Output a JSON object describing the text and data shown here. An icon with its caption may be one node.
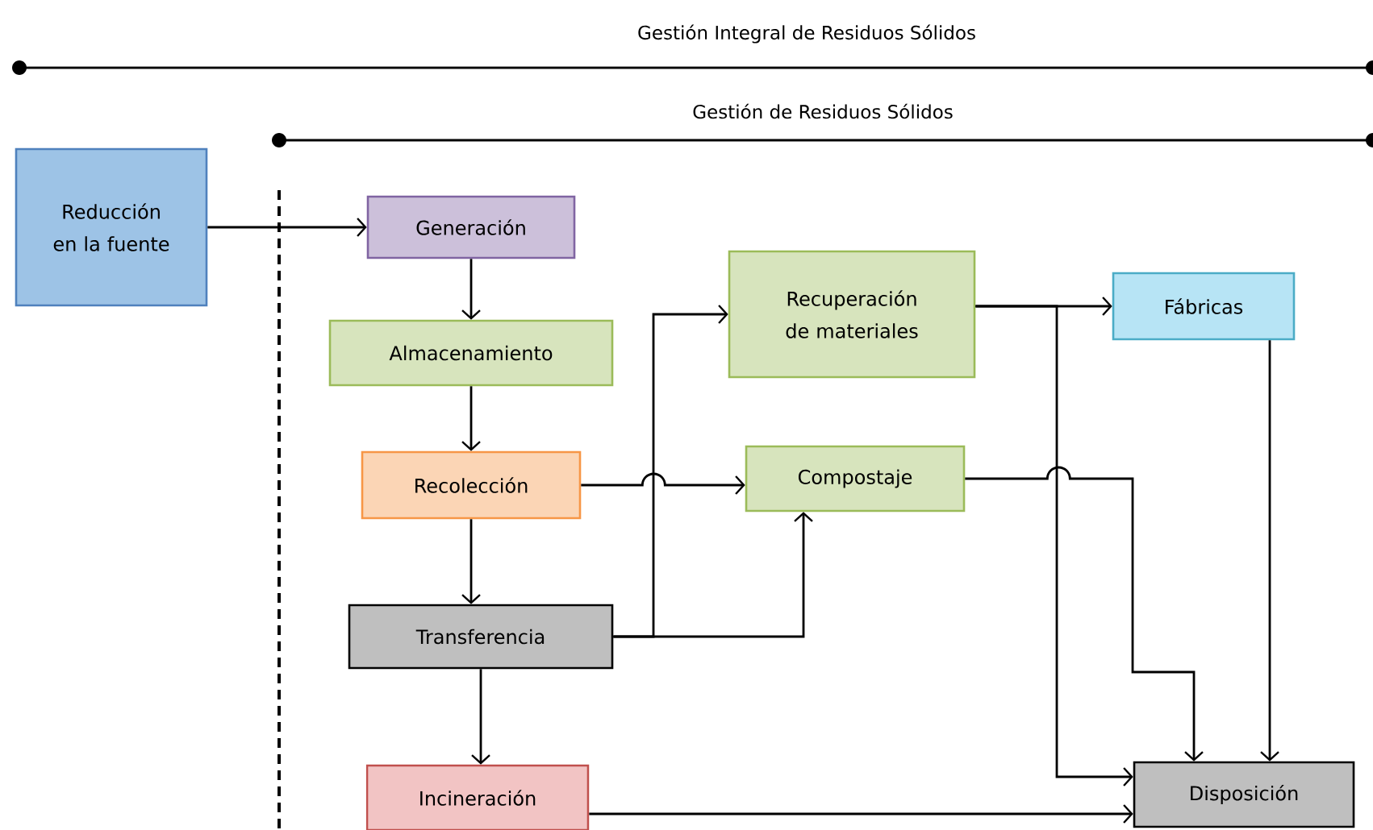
{
  "diagram": {
    "nodes": [
      {
        "text": [
          "Reducción en la fuente"
        ]
      },
      {
        "text": [
          "Generación"
        ]
      },
      {
        "text": [
          "Almacenamiento"
        ]
      },
      {
        "text": [
          "Recolección"
        ]
      },
      {
        "text": [
          "Transferencia"
        ]
      },
      {
        "text": [
          "Incineración"
        ]
      },
      {
        "text": [
          "Recuperación de materiales"
        ]
      },
      {
        "text": [
          "Compostaje"
        ]
      },
      {
        "text": [
          "Fábricas"
        ]
      },
      {
        "text": [
          "Disposición"
        ]
      }
    ],
    "edges": [
      {
        "from": 0,
        "to": 1,
        "arrow": "to"
      },
      {
        "from": 1,
        "to": 2,
        "arrow": "to"
      },
      {
        "from": 2,
        "to": 3,
        "arrow": "to"
      },
      {
        "from": 3,
        "to": 4,
        "arrow": "to"
      },
      {
        "from": 4,
        "to": 5,
        "arrow": "to"
      },
      {
        "from": 3,
        "to": 7,
        "arrow": "to"
      },
      {
        "from": 4,
        "to": 6,
        "arrow": "to"
      },
      {
        "from": 4,
        "to": 7,
        "arrow": "to"
      },
      {
        "from": 6,
        "to": 8,
        "arrow": "to"
      },
      {
        "from": 6,
        "to": 9,
        "arrow": "to"
      },
      {
        "from": 7,
        "to": 9,
        "arrow": "to"
      },
      {
        "from": 8,
        "to": 9,
        "arrow": "to"
      },
      {
        "from": 5,
        "to": 9,
        "arrow": "to"
      }
    ],
    "labels": [
      "Gestión Integral de Residuos Sólidos",
      "Gestión de Residuos Sólidos"
    ]
  }
}
